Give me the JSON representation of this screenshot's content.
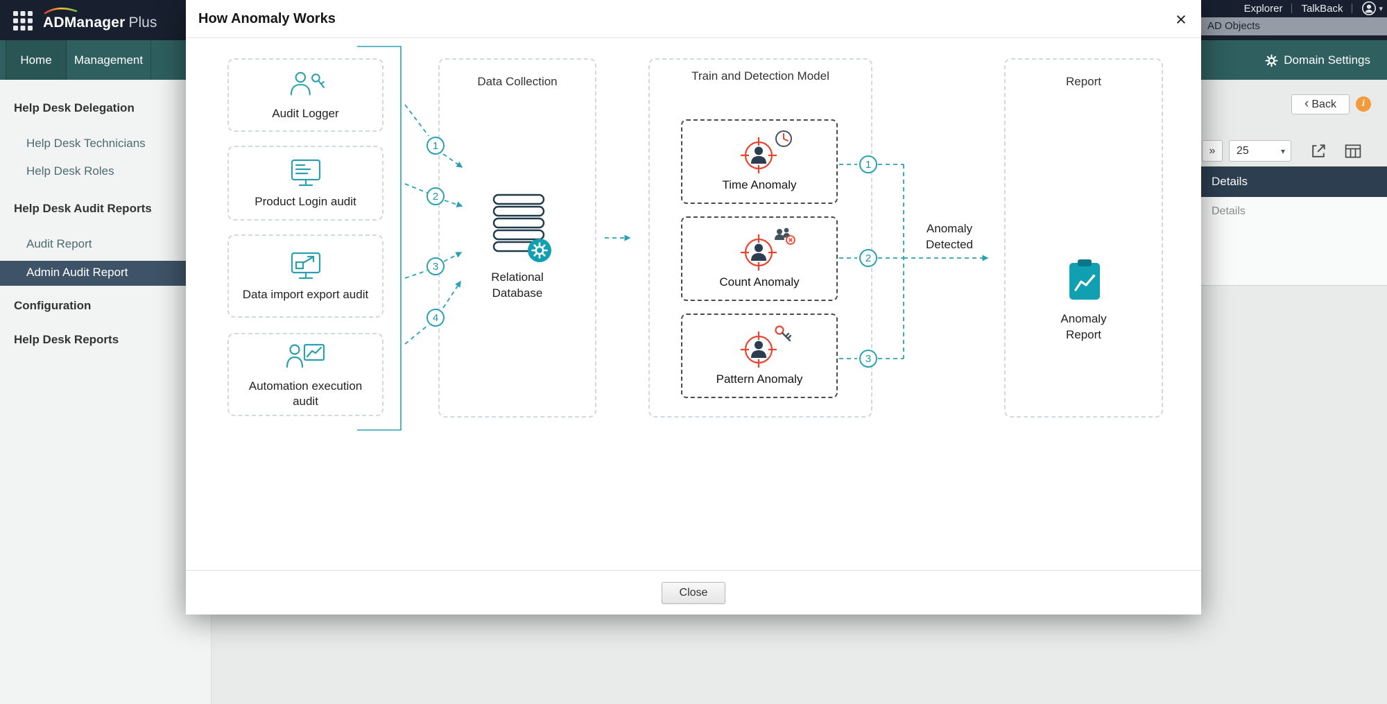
{
  "app": {
    "logo": {
      "name": "ADManager",
      "suffix": "Plus"
    },
    "topbar": {
      "explorer": "Explorer",
      "talkback": "TalkBack"
    },
    "ad_objects": "AD Objects",
    "nav": {
      "home": "Home",
      "management": "Management"
    },
    "domain_settings": "Domain Settings"
  },
  "sidebar": {
    "items": [
      {
        "label": "Help Desk Delegation",
        "type": "section"
      },
      {
        "label": "Help Desk Technicians",
        "type": "link"
      },
      {
        "label": "Help Desk Roles",
        "type": "link"
      },
      {
        "label": "Help Desk Audit Reports",
        "type": "section"
      },
      {
        "label": "Audit Report",
        "type": "link"
      },
      {
        "label": "Admin Audit Report",
        "type": "link",
        "selected": true
      },
      {
        "label": "Configuration",
        "type": "section"
      },
      {
        "label": "Help Desk Reports",
        "type": "section"
      }
    ]
  },
  "content": {
    "back_chevron": "‹",
    "back_label": "Back",
    "info_glyph": "i",
    "expand_glyph": "»",
    "page_size": "25",
    "caret_glyph": "▾",
    "details_header": "Details",
    "details_text": "Details"
  },
  "modal": {
    "title": "How Anomaly Works",
    "close_glyph": "×",
    "close_button": "Close",
    "sources": [
      {
        "label": "Audit Logger"
      },
      {
        "label": "Product Login audit"
      },
      {
        "label": "Data import export audit"
      },
      {
        "label": "Automation execution audit"
      }
    ],
    "columns": {
      "data_collection": "Data Collection",
      "train_model": "Train and Detection Model",
      "report": "Report"
    },
    "database_label": "Relational Database",
    "anomalies": [
      {
        "label": "Time Anomaly"
      },
      {
        "label": "Count Anomaly"
      },
      {
        "label": "Pattern Anomaly"
      }
    ],
    "numbers_left": [
      "1",
      "2",
      "3",
      "4"
    ],
    "numbers_right": [
      "1",
      "2",
      "3"
    ],
    "anomaly_detected": "Anomaly Detected",
    "report_label": "Anomaly Report"
  },
  "colors": {
    "accent_teal": "#2aa0b4",
    "nav_teal": "#2f5f5f",
    "dark_header": "#18202f",
    "selected_slate": "#3e5368",
    "details_navy": "#2c3e50",
    "target_red": "#e8442f",
    "db_ink": "#1f3a49",
    "report_teal": "#11a0b2",
    "info_orange": "#f39b3c"
  }
}
